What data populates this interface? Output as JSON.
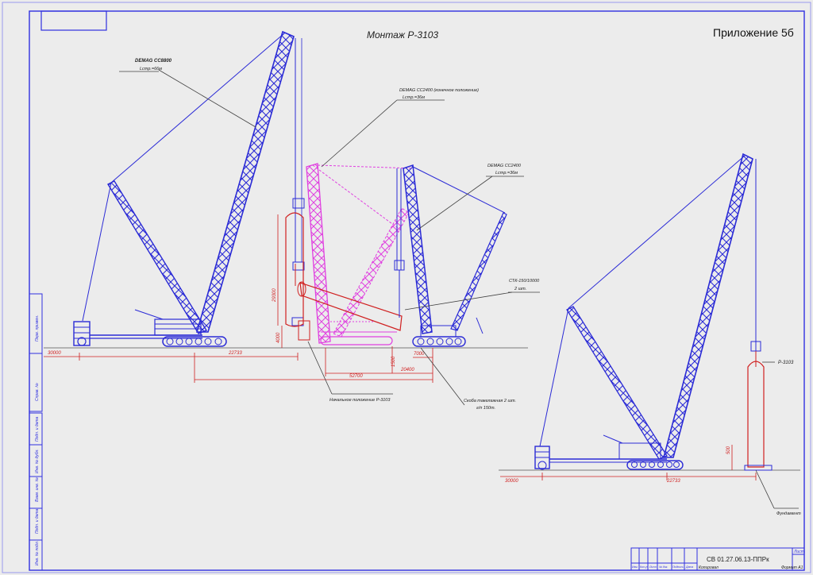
{
  "header": {
    "title": "Монтаж Р-3103",
    "appendix": "Приложение 5б"
  },
  "scene_left": {
    "crane_big": {
      "name": "DEMAG CC8800",
      "boom": "Lстр.=66м"
    },
    "crane_mid_final": {
      "name": "DEMAG CC2400 (конечное положение)",
      "boom": "Lстр.=36м"
    },
    "crane_right": {
      "name": "DEMAG CC2400",
      "boom": "Lстр.=36м"
    },
    "slings": {
      "name": "СТК-150/10000",
      "qty": "2 шт."
    },
    "initial_position": "Начальное положение Р-3103",
    "anchors": {
      "line1": "Скоба такелажная 2 шт.",
      "line2": "г/п 150т."
    },
    "dimensions": {
      "d30000": "30000",
      "d22733": "22733",
      "d52700": "52700",
      "d20400": "20400",
      "d7000": "7000",
      "d1500": "1500",
      "d29300": "29300",
      "d4000": "4000"
    }
  },
  "scene_right": {
    "vessel": "Р-3103",
    "foundation": "Фундамент",
    "dimensions": {
      "d30000": "30000",
      "d22733": "22733",
      "d500": "500"
    }
  },
  "side_stamp": {
    "labels": [
      "Инв. № подл.",
      "Подп. и дата",
      "Взам. инв. №",
      "Инв. № дубл.",
      "Подп. и дата",
      "Справ. №",
      "Перв. примен."
    ]
  },
  "title_block": {
    "code": "СВ 01.27.06.13-ППРк",
    "sheet_label": "Лист",
    "cols": [
      "Изм.",
      "Кол.уч",
      "Лист",
      "№ док.",
      "Подпись",
      "Дата"
    ],
    "copied": "Копировал",
    "format": "Формат А1"
  },
  "colors": {
    "crane": "#2b2bd6",
    "boom_fill": "#5a3fd1",
    "pink": "#e040e0",
    "red": "#d02020",
    "frame": "#3030e0",
    "callout": "#404040",
    "ground": "#7a7a7a"
  }
}
